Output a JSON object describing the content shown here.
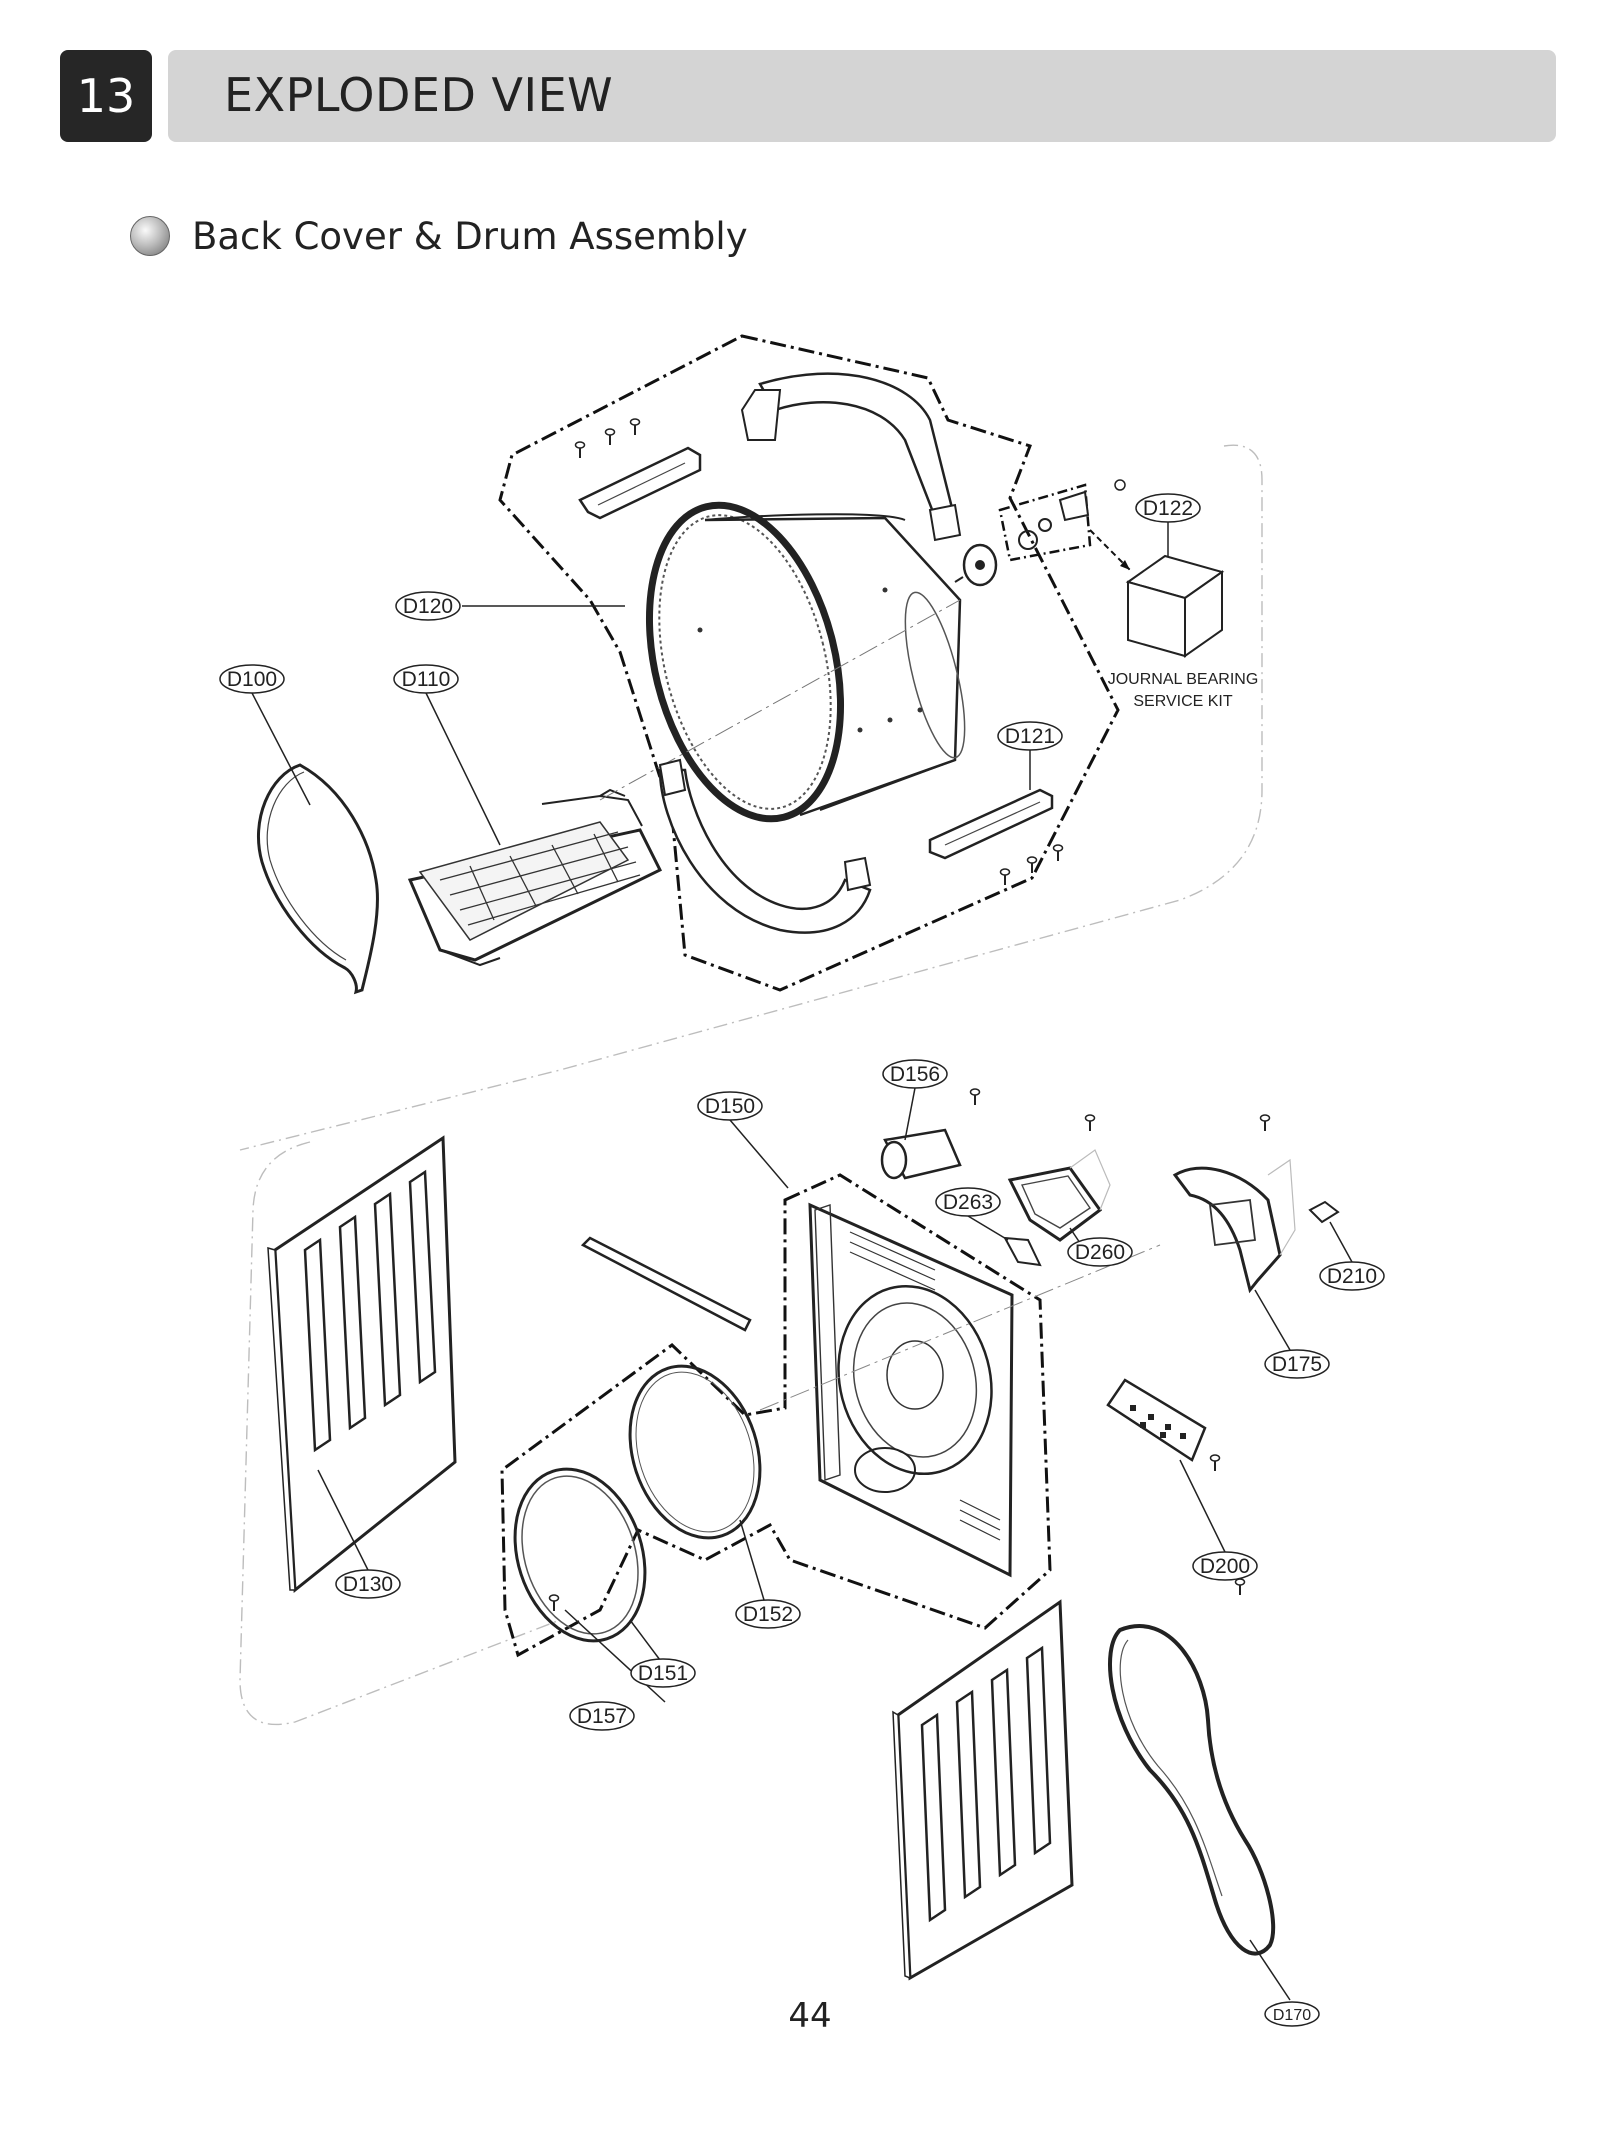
{
  "header": {
    "section_number": "13",
    "title": "EXPLODED VIEW"
  },
  "subtitle": "Back Cover & Drum Assembly",
  "callouts": {
    "d100": "D100",
    "d110": "D110",
    "d120": "D120",
    "d121": "D121",
    "d122": "D122",
    "d130": "D130",
    "d150": "D150",
    "d151": "D151",
    "d152": "D152",
    "d156": "D156",
    "d157": "D157",
    "d170": "D170",
    "d175": "D175",
    "d200": "D200",
    "d210": "D210",
    "d260": "D260",
    "d263": "D263"
  },
  "kit_label": {
    "line1": "JOURNAL BEARING",
    "line2": "SERVICE KIT"
  },
  "page_number": "44"
}
